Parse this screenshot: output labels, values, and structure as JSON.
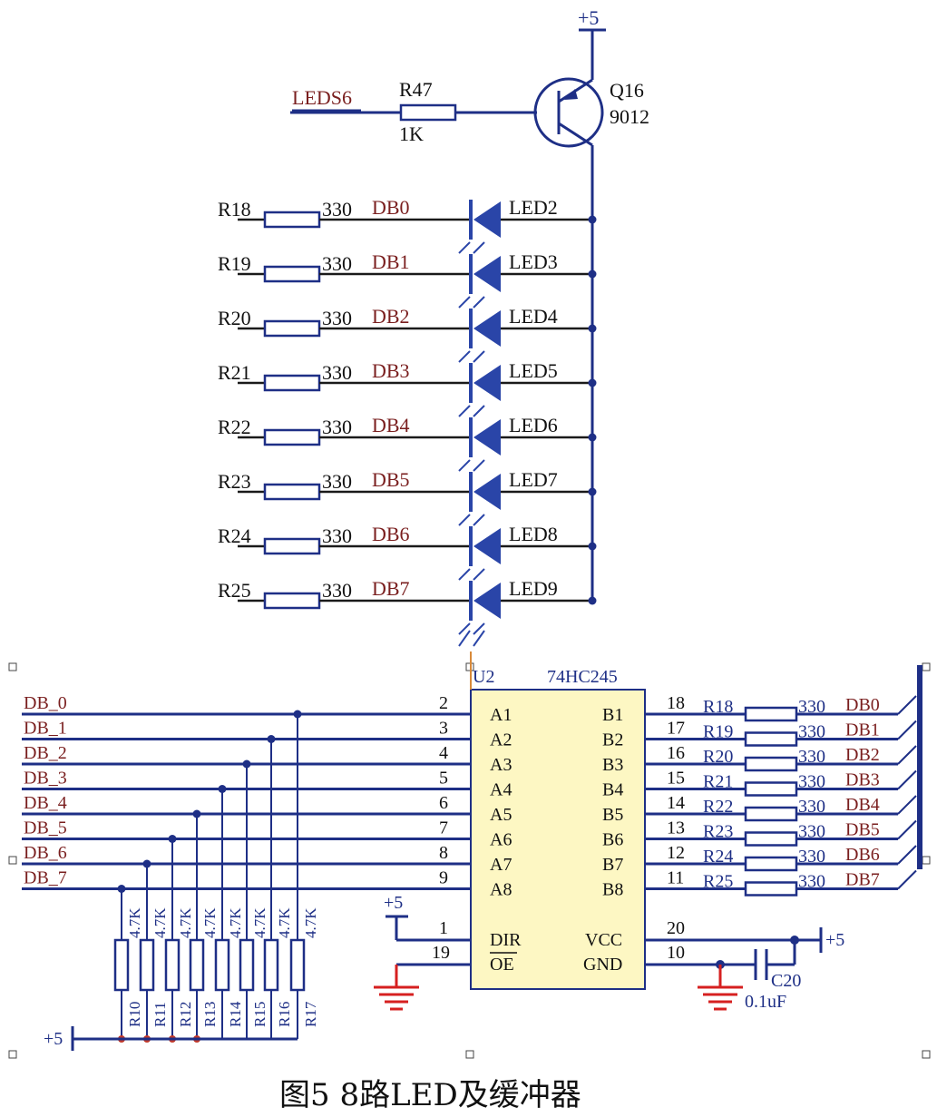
{
  "caption": "图5 8路LED及缓冲器",
  "power": {
    "plus5": "+5"
  },
  "transistor": {
    "ref": "Q16",
    "value": "9012"
  },
  "base_resistor": {
    "ref": "R47",
    "value": "1K"
  },
  "net_leds6": "LEDS6",
  "led_rows": [
    {
      "res": "R18",
      "val": "330",
      "net": "DB0",
      "led": "LED2"
    },
    {
      "res": "R19",
      "val": "330",
      "net": "DB1",
      "led": "LED3"
    },
    {
      "res": "R20",
      "val": "330",
      "net": "DB2",
      "led": "LED4"
    },
    {
      "res": "R21",
      "val": "330",
      "net": "DB3",
      "led": "LED5"
    },
    {
      "res": "R22",
      "val": "330",
      "net": "DB4",
      "led": "LED6"
    },
    {
      "res": "R23",
      "val": "330",
      "net": "DB5",
      "led": "LED7"
    },
    {
      "res": "R24",
      "val": "330",
      "net": "DB6",
      "led": "LED8"
    },
    {
      "res": "R25",
      "val": "330",
      "net": "DB7",
      "led": "LED9"
    }
  ],
  "ic": {
    "ref": "U2",
    "part": "74HC245",
    "a_pins": [
      {
        "num": "2",
        "name": "A1",
        "net": "DB_0"
      },
      {
        "num": "3",
        "name": "A2",
        "net": "DB_1"
      },
      {
        "num": "4",
        "name": "A3",
        "net": "DB_2"
      },
      {
        "num": "5",
        "name": "A4",
        "net": "DB_3"
      },
      {
        "num": "6",
        "name": "A5",
        "net": "DB_4"
      },
      {
        "num": "7",
        "name": "A6",
        "net": "DB_5"
      },
      {
        "num": "8",
        "name": "A7",
        "net": "DB_6"
      },
      {
        "num": "9",
        "name": "A8",
        "net": "DB_7"
      }
    ],
    "b_pins": [
      {
        "num": "18",
        "name": "B1",
        "res": "R18",
        "val": "330",
        "net": "DB0"
      },
      {
        "num": "17",
        "name": "B2",
        "res": "R19",
        "val": "330",
        "net": "DB1"
      },
      {
        "num": "16",
        "name": "B3",
        "res": "R20",
        "val": "330",
        "net": "DB2"
      },
      {
        "num": "15",
        "name": "B4",
        "res": "R21",
        "val": "330",
        "net": "DB3"
      },
      {
        "num": "14",
        "name": "B5",
        "res": "R22",
        "val": "330",
        "net": "DB4"
      },
      {
        "num": "13",
        "name": "B6",
        "res": "R23",
        "val": "330",
        "net": "DB5"
      },
      {
        "num": "12",
        "name": "B7",
        "res": "R24",
        "val": "330",
        "net": "DB6"
      },
      {
        "num": "11",
        "name": "B8",
        "res": "R25",
        "val": "330",
        "net": "DB7"
      }
    ],
    "dir": {
      "num": "1",
      "name": "DIR"
    },
    "oe": {
      "num": "19",
      "name": "OE"
    },
    "vcc": {
      "num": "20",
      "name": "VCC"
    },
    "gnd": {
      "num": "10",
      "name": "GND"
    }
  },
  "pullups": [
    {
      "ref": "R10",
      "val": "4.7K"
    },
    {
      "ref": "R11",
      "val": "4.7K"
    },
    {
      "ref": "R12",
      "val": "4.7K"
    },
    {
      "ref": "R13",
      "val": "4.7K"
    },
    {
      "ref": "R14",
      "val": "4.7K"
    },
    {
      "ref": "R15",
      "val": "4.7K"
    },
    {
      "ref": "R16",
      "val": "4.7K"
    },
    {
      "ref": "R17",
      "val": "4.7K"
    }
  ],
  "capacitor": {
    "ref": "C20",
    "value": "0.1uF"
  }
}
